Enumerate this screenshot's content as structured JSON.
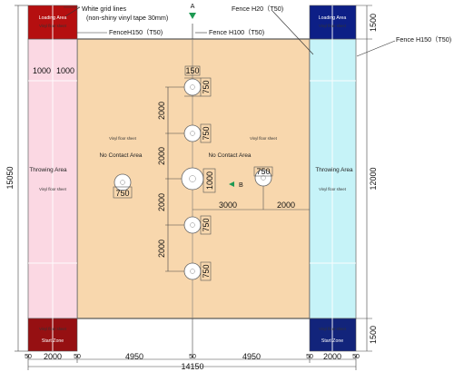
{
  "annotations": {
    "grid_title": "White grid lines",
    "grid_sub": "(non-shiny vinyl tape 30mm)",
    "fence_h20": "Fence H20（T50)",
    "fence_h150_right": "Fence H150（T50)",
    "fence_h150_top": "FenceH150（T50)",
    "fence_h100": "Fence H100（T50)",
    "point_a": "A",
    "point_b": "B"
  },
  "areas": {
    "loading_left": "Loading Area",
    "loading_right": "Loading Area",
    "throwing_left": "Throwing Area",
    "throwing_right": "Throwing Area",
    "start_left": "Start Zone",
    "start_right": "Start Zone",
    "no_contact_left": "No Contact Area",
    "no_contact_right": "No Contact Area",
    "vinyl_floor": "Vinyl floor sheet"
  },
  "dimensions": {
    "d150": "150",
    "d750": "750",
    "d2000": "2000",
    "d1000": "1000",
    "d3000": "3000",
    "d1500": "1500",
    "d12000": "12000",
    "d15050": "15050",
    "d4950": "4950",
    "d50": "50",
    "d14150": "14150"
  },
  "colors": {
    "center_fill": "#f8d7ad",
    "left_lane": "#fbd8e3",
    "right_lane": "#c6f3f8",
    "loading_left": "#b50f10",
    "loading_right": "#0d1f86",
    "start_left": "#961012",
    "start_right": "#12247b",
    "marker_green": "#1e9a53"
  }
}
